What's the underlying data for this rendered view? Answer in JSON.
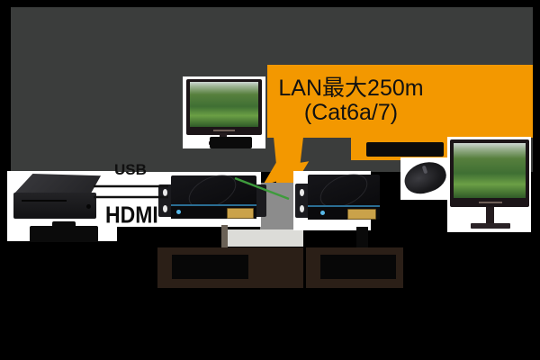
{
  "diagram": {
    "title_area": {
      "note": "blank dark header panel"
    },
    "callout": {
      "line1": "LAN最大250m",
      "line2": "(Cat6a/7)",
      "bg_color": "#f39800",
      "text_color": "#111111"
    },
    "cable_labels": {
      "usb": "USB",
      "hdmi": "HDMI"
    },
    "colors": {
      "page_bg": "#000000",
      "header_gray": "#3b3d3c",
      "photo_bg": "#ffffff",
      "lan_cable_green": "#3e9b3c",
      "cable_black": "#111111",
      "gap_shade_gray": "#8c8c8c",
      "paper_strip_gray": "#dcdcd8",
      "frame_box_brown": "#2b1f17",
      "redacted_black": "#0b0b0b",
      "hdmi_port_gold": "#caa24a",
      "extender_led_blue": "#57b8e8"
    },
    "shapes": [
      "monitor-photo-icon",
      "monitor-photo-icon",
      "player-device-icon",
      "extender-transmitter-icon",
      "extender-receiver-icon",
      "mouse-icon",
      "redacted-label-block",
      "lan-cable-line",
      "usb-cable-line",
      "hdmi-cable-line"
    ]
  }
}
